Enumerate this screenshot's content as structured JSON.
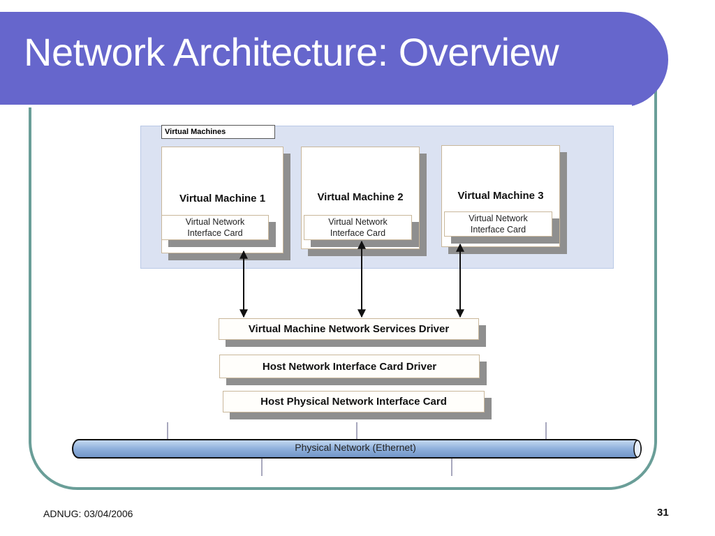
{
  "slide": {
    "title": "Network Architecture: Overview",
    "footer_left": "ADNUG: 03/04/2006",
    "page_number": "31",
    "colors": {
      "title_bar": "#6666cc",
      "frame": "#6a9e98",
      "vm_area": "#dbe2f2",
      "pipe": "#8fb0dc"
    }
  },
  "diagram": {
    "vm_group_label": "Virtual Machines",
    "virtual_machines": [
      {
        "name": "Virtual Machine 1",
        "nic_line1": "Virtual Network",
        "nic_line2": "Interface Card"
      },
      {
        "name": "Virtual Machine 2",
        "nic_line1": "Virtual Network",
        "nic_line2": "Interface Card"
      },
      {
        "name": "Virtual Machine 3",
        "nic_line1": "Virtual Network",
        "nic_line2": "Interface Card"
      }
    ],
    "layers": [
      "Virtual Machine Network Services Driver",
      "Host Network Interface Card Driver",
      "Host Physical Network Interface Card"
    ],
    "network_label": "Physical Network (Ethernet)"
  }
}
